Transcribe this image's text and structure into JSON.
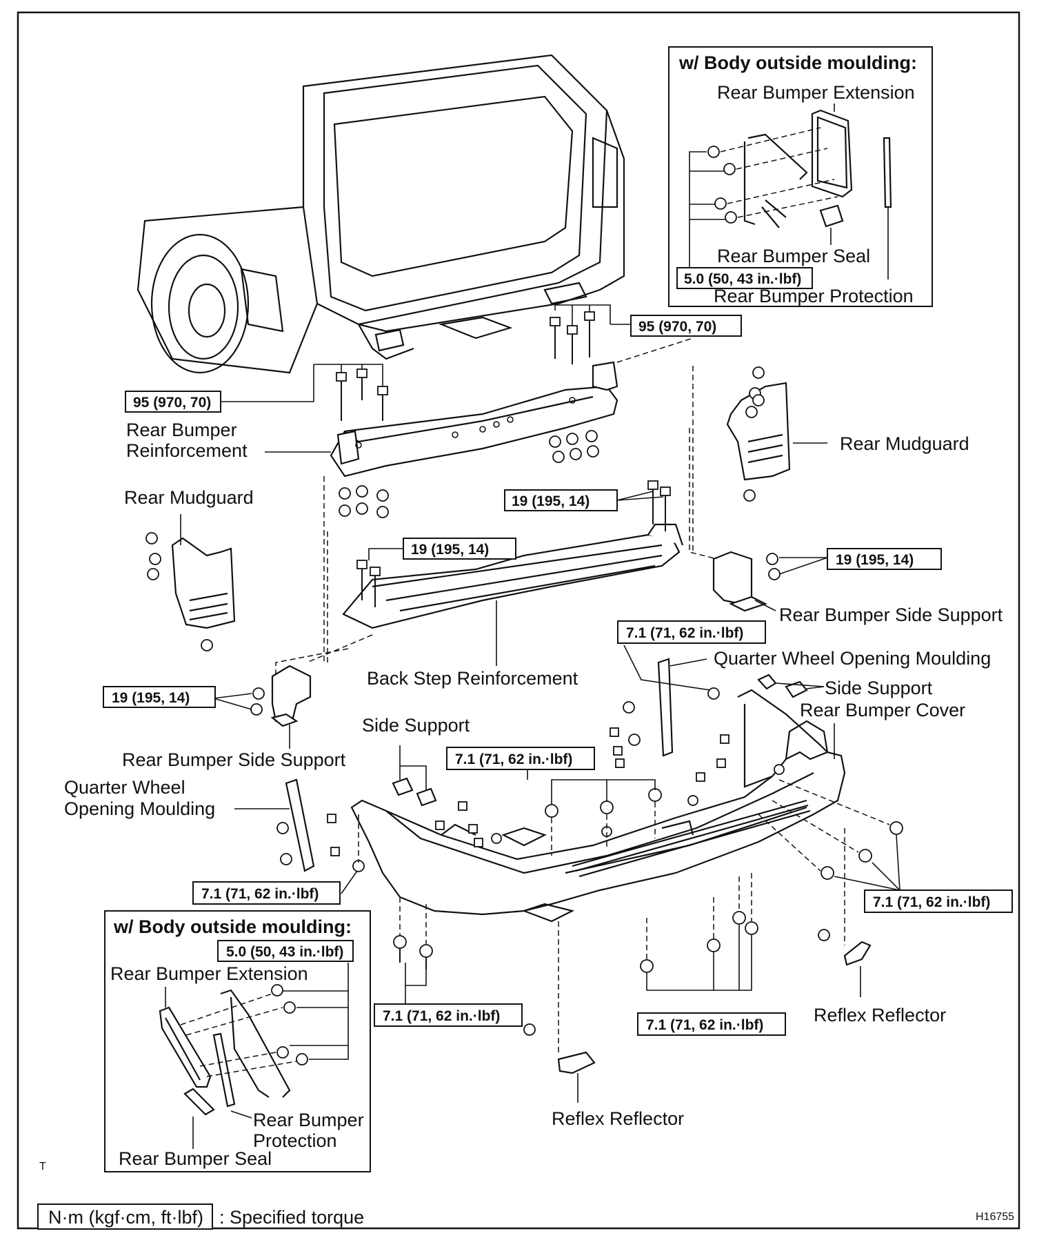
{
  "inset_top": {
    "title": "w/ Body outside moulding:",
    "extension": "Rear Bumper Extension",
    "seal": "Rear Bumper Seal",
    "torque": "5.0 (50, 43 in.·lbf)",
    "protection": "Rear Bumper Protection"
  },
  "inset_bottom": {
    "title": "w/ Body outside moulding:",
    "torque": "5.0 (50, 43 in.·lbf)",
    "extension": "Rear Bumper Extension",
    "protection_line1": "Rear Bumper",
    "protection_line2": "Protection",
    "seal": "Rear Bumper Seal"
  },
  "torques": {
    "t95_right": "95 (970, 70)",
    "t95_left": "95 (970, 70)",
    "t19_center": "19 (195, 14)",
    "t19_left_step": "19 (195, 14)",
    "t19_right_support": "19 (195, 14)",
    "t19_left_support": "19 (195, 14)",
    "t71_quarter_right": "7.1 (71, 62 in.·lbf)",
    "t71_center": "7.1 (71, 62 in.·lbf)",
    "t71_left": "7.1 (71, 62 in.·lbf)",
    "t71_right": "7.1 (71, 62 in.·lbf)",
    "t71_bottom_left": "7.1 (71, 62 in.·lbf)",
    "t71_bottom_right": "7.1 (71, 62 in.·lbf)"
  },
  "labels": {
    "rear_bumper_reinforcement_1": "Rear Bumper",
    "rear_bumper_reinforcement_2": "Reinforcement",
    "rear_mudguard_right": "Rear Mudguard",
    "rear_mudguard_left": "Rear Mudguard",
    "rear_bumper_side_support_right": "Rear Bumper Side Support",
    "rear_bumper_side_support_left": "Rear Bumper Side Support",
    "back_step_reinforcement": "Back Step Reinforcement",
    "quarter_wheel_opening_moulding_right": "Quarter Wheel Opening Moulding",
    "side_support_right": "Side Support",
    "rear_bumper_cover": "Rear Bumper Cover",
    "side_support_left": "Side Support",
    "quarter_wheel_left_1": "Quarter Wheel",
    "quarter_wheel_left_2": "Opening Moulding",
    "reflex_reflector_right": "Reflex Reflector",
    "reflex_reflector_center": "Reflex Reflector",
    "corner_mark": "T",
    "figure_code": "H16755"
  },
  "legend": {
    "unit": "N·m (kgf·cm, ft·lbf)",
    "description": ": Specified torque"
  }
}
